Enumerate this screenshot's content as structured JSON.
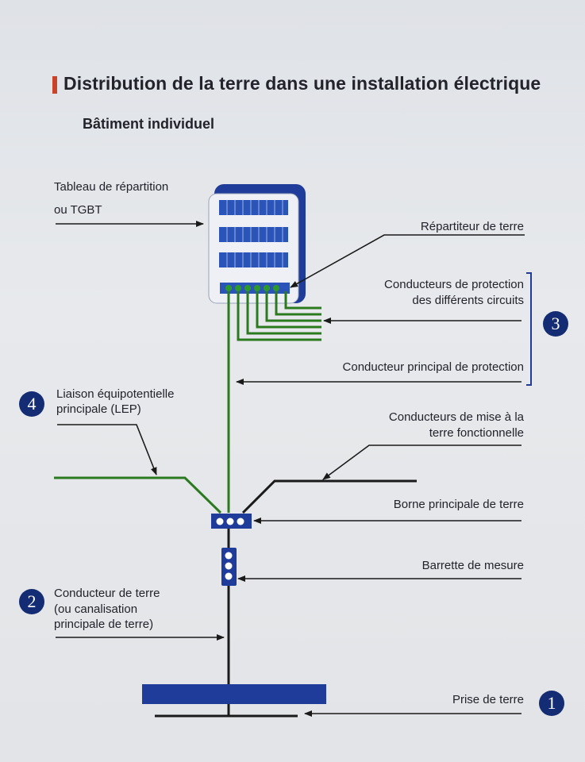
{
  "title": "Distribution de la terre dans une installation électrique",
  "subtitle": "Bâtiment individuel",
  "labels": {
    "tableau_line1": "Tableau de répartition",
    "tableau_line2": "ou TGBT",
    "repartiteur": "Répartiteur de terre",
    "conducteurs_protection_line1": "Conducteurs de protection",
    "conducteurs_protection_line2": "des différents circuits",
    "conducteur_principal": "Conducteur principal de protection",
    "lep_line1": "Liaison équipotentielle",
    "lep_line2": "principale (LEP)",
    "fonctionnelle_line1": "Conducteurs de mise à la",
    "fonctionnelle_line2": "terre fonctionnelle",
    "borne": "Borne principale de terre",
    "barrette": "Barrette de mesure",
    "conducteur_terre_line1": "Conducteur de terre",
    "conducteur_terre_line2": "(ou  canalisation",
    "conducteur_terre_line3": "principale de terre)",
    "prise": "Prise de terre"
  },
  "badges": {
    "one": "1",
    "two": "2",
    "three": "3",
    "four": "4"
  },
  "colors": {
    "blue": "#1f3c9a",
    "navy": "#142c73",
    "green": "#2c7a1f",
    "black": "#1a1a1a",
    "accent": "#c8432a"
  }
}
